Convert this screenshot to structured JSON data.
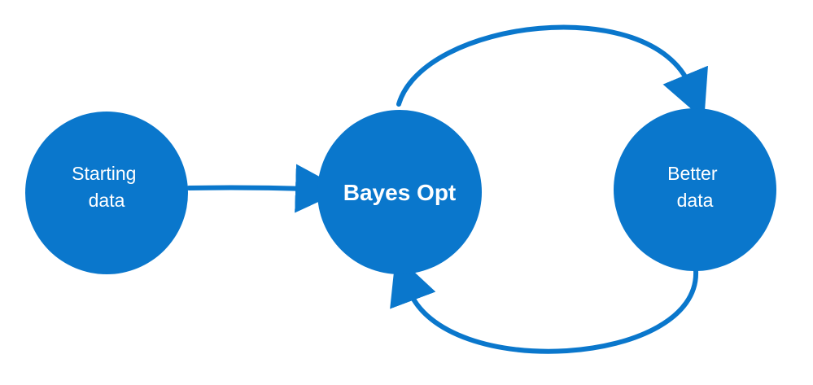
{
  "colors": {
    "node_fill": "#0A77CC",
    "arrow": "#0A77CC",
    "label": "#FFFFFF",
    "background": "#FFFFFF"
  },
  "nodes": {
    "starting": {
      "line1": "Starting",
      "line2": "data"
    },
    "bayes": {
      "label": "Bayes Opt"
    },
    "better": {
      "line1": "Better",
      "line2": "data"
    }
  },
  "edges": [
    {
      "from": "Starting data",
      "to": "Bayes Opt",
      "shape": "straight"
    },
    {
      "from": "Bayes Opt",
      "to": "Better data",
      "shape": "arc-over-top"
    },
    {
      "from": "Better data",
      "to": "Bayes Opt",
      "shape": "arc-under-bottom"
    }
  ]
}
